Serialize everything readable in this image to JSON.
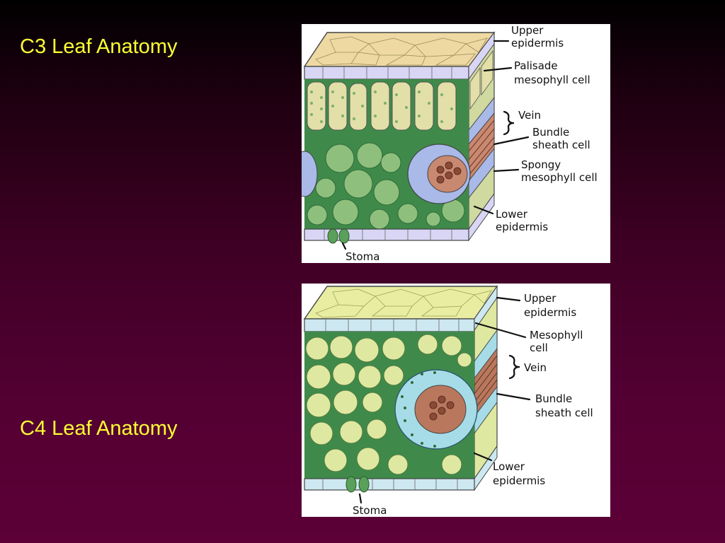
{
  "slide": {
    "background_top": "#000000",
    "background_bottom": "#5c0037",
    "title_color": "#ffff33",
    "c3_title": "C3 Leaf Anatomy",
    "c4_title": "C4 Leaf Anatomy"
  },
  "c3_diagram": {
    "labels": {
      "upper_epidermis_1": "Upper",
      "upper_epidermis_2": "epidermis",
      "palisade_1": "Palisade",
      "palisade_2": "mesophyll cell",
      "vein": "Vein",
      "bundle_sheath_1": "Bundle",
      "bundle_sheath_2": "sheath cell",
      "spongy_1": "Spongy",
      "spongy_2": "mesophyll cell",
      "lower_epidermis_1": "Lower",
      "lower_epidermis_2": "epidermis",
      "stoma": "Stoma"
    },
    "colors": {
      "top_surface": "#eed9a2",
      "epidermis": "#d8d6f4",
      "palisade": "#e2dfa8",
      "palisade_side": "#cfd9a0",
      "bundle_sheath": "#a9b9e8",
      "vein": "#c98870",
      "spongy": "#8fbf7c",
      "spongy_dark": "#4f9a55",
      "air_space": "#3f8a4a"
    }
  },
  "c4_diagram": {
    "labels": {
      "upper_epidermis_1": "Upper",
      "upper_epidermis_2": "epidermis",
      "mesophyll_1": "Mesophyll",
      "mesophyll_2": "cell",
      "vein": "Vein",
      "bundle_sheath_1": "Bundle",
      "bundle_sheath_2": "sheath cell",
      "lower_epidermis_1": "Lower",
      "lower_epidermis_2": "epidermis",
      "stoma": "Stoma"
    },
    "colors": {
      "top_surface": "#e8eda2",
      "epidermis": "#cde8f0",
      "mesophyll": "#dfe8a0",
      "mesophyll_dark": "#9bc47c",
      "bundle_sheath": "#a6dce8",
      "vein": "#b9785e",
      "air_space": "#3f8a4a"
    }
  }
}
